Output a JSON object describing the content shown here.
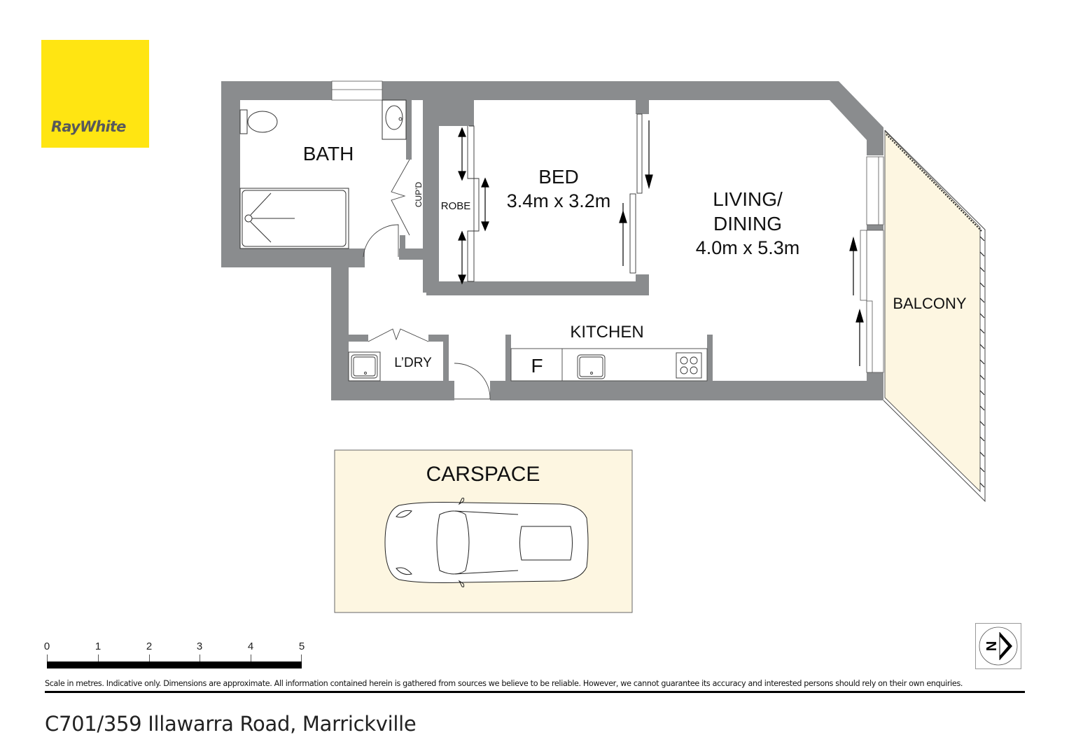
{
  "brand": {
    "name": "RayWhite",
    "logo_bg": "#ffe512",
    "logo_text_color": "#58595b"
  },
  "floorplan": {
    "wall_color": "#8a8c8e",
    "outdoor_fill": "#fdf6e1",
    "rooms": [
      {
        "id": "bath",
        "label": "BATH"
      },
      {
        "id": "cupboard",
        "label": "CUP'D"
      },
      {
        "id": "robe",
        "label": "ROBE"
      },
      {
        "id": "bed",
        "label": "BED",
        "dimensions": "3.4m x 3.2m"
      },
      {
        "id": "living",
        "label_line1": "LIVING/",
        "label_line2": "DINING",
        "dimensions": "4.0m x 5.3m"
      },
      {
        "id": "kitchen",
        "label": "KITCHEN"
      },
      {
        "id": "fridge",
        "label": "F"
      },
      {
        "id": "laundry",
        "label": "L’DRY"
      },
      {
        "id": "balcony",
        "label": "BALCONY"
      },
      {
        "id": "carspace",
        "label": "CARSPACE"
      }
    ]
  },
  "scale": {
    "ticks": [
      "0",
      "1",
      "2",
      "3",
      "4",
      "5"
    ],
    "unit": "metres"
  },
  "compass": {
    "letter": "N"
  },
  "disclaimer": "Scale in metres. Indicative only. Dimensions are approximate. All information contained herein is gathered from sources we believe to be reliable. However, we cannot guarantee its accuracy and interested persons should rely on their own enquiries.",
  "address": "C701/359 Illawarra Road, Marrickville"
}
